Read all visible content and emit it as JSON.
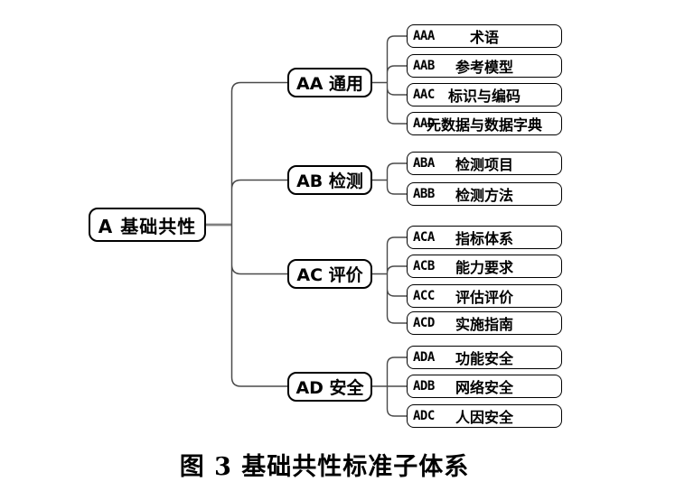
{
  "figure": {
    "caption": "图 3 基础共性标准子体系"
  },
  "colors": {
    "background": "#ffffff",
    "box_border": "#000000",
    "box_fill": "#ffffff",
    "connector": "#4a4a4a",
    "root_feed_line": "#808080",
    "text": "#000000"
  },
  "tree": {
    "root": {
      "label": "A 基础共性"
    },
    "branches": [
      {
        "label": "AA 通用",
        "children": [
          {
            "code": "AAA",
            "label": "术语"
          },
          {
            "code": "AAB",
            "label": "参考模型"
          },
          {
            "code": "AAC",
            "label": "标识与编码"
          },
          {
            "code": "AAD",
            "label": "元数据与数据字典"
          }
        ]
      },
      {
        "label": "AB 检测",
        "children": [
          {
            "code": "ABA",
            "label": "检测项目"
          },
          {
            "code": "ABB",
            "label": "检测方法"
          }
        ]
      },
      {
        "label": "AC 评价",
        "children": [
          {
            "code": "ACA",
            "label": "指标体系"
          },
          {
            "code": "ACB",
            "label": "能力要求"
          },
          {
            "code": "ACC",
            "label": "评估评价"
          },
          {
            "code": "ACD",
            "label": "实施指南"
          }
        ]
      },
      {
        "label": "AD 安全",
        "children": [
          {
            "code": "ADA",
            "label": "功能安全"
          },
          {
            "code": "ADB",
            "label": "网络安全"
          },
          {
            "code": "ADC",
            "label": "人因安全"
          }
        ]
      }
    ]
  }
}
